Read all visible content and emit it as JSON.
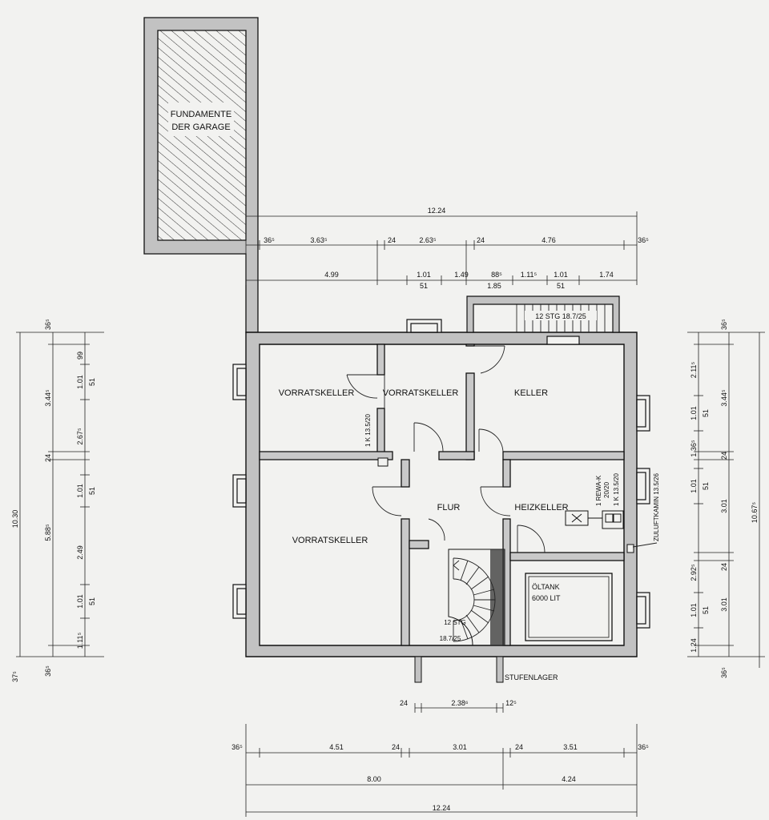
{
  "garage": {
    "line1": "FUNDAMENTE",
    "line2": "DER GARAGE"
  },
  "rooms": {
    "vorrat_nw": "VORRATSKELLER",
    "vorrat_mid": "VORRATSKELLER",
    "keller": "KELLER",
    "vorrat_sw": "VORRATSKELLER",
    "flur": "FLUR",
    "heizkeller": "HEIZKELLER",
    "oeltank_1": "ÖLTANK",
    "oeltank_2": "6000 LIT"
  },
  "annotations": {
    "stair_top": "12 STG  18.7/25",
    "stair_main_1": "12 STG",
    "stair_main_2": "18.7/25",
    "chimney_1": "1 K 13.5/20",
    "chimney_2a": "1 REWA-K",
    "chimney_2b": "20/20",
    "chimney_2c": "1 K 13.5/20",
    "zuluft": "ZULUFTKAMIN 13.5/26",
    "stufenlager": "STUFENLAGER"
  },
  "dims_top": {
    "total": "12.24",
    "r1": [
      "36⁵",
      "3.63⁵",
      "24",
      "2.63⁵",
      "24",
      "4.76",
      "36⁵"
    ],
    "r2": [
      "4.99",
      "1.01",
      "51",
      "1.49",
      "88⁵",
      "1.85",
      "1.11⁵",
      "1.01",
      "51",
      "1.74"
    ]
  },
  "dims_left": [
    "36⁵",
    "99",
    "1.01",
    "51",
    "3.44⁵",
    "2.67⁵",
    "24",
    "1.01",
    "51",
    "5.88⁵",
    "2.49",
    "1.01",
    "51",
    "1.11⁵",
    "36⁵",
    "10.30",
    "37⁵"
  ],
  "dims_right": [
    "36⁵",
    "2.11⁵",
    "3.44⁵",
    "1.01",
    "51",
    "1.36⁵",
    "24",
    "1.01",
    "51",
    "3.01",
    "10.67⁵",
    "2.92⁵",
    "24",
    "1.01",
    "51",
    "3.01",
    "1.24",
    "36⁵"
  ],
  "dims_bottom": {
    "stair": [
      "24",
      "2.38⁶",
      "12⁵"
    ],
    "r1": [
      "36⁵",
      "4.51",
      "24",
      "3.01",
      "24",
      "3.51",
      "36⁵"
    ],
    "r2": [
      "8.00",
      "4.24"
    ],
    "total": "12.24"
  }
}
